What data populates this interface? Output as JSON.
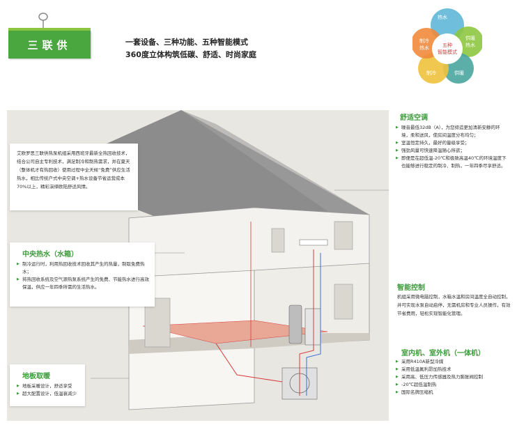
{
  "header": {
    "tag_label": "三联供",
    "slogan_line1": "一套设备、三种功能、五种智能模式",
    "slogan_line2": "360度立体构筑低碳、舒适、时尚家庭"
  },
  "wheel": {
    "center": "五种\n智能模式",
    "petals": [
      "热水",
      "供暖\n热水",
      "供暖",
      "制冷",
      "制冷\n热水"
    ]
  },
  "intro": {
    "text": "艾欧罗思三联供热泵机组采用西班牙最新全热回收技术，结合公司自主专利技术，满足制冷和制热需求，并在夏天（整体机才有热回收）使用过程中全天候“免费”供应生活热水，相比传统户式中央空调+热水设备节省运营成本70%以上，精彩演绎欧陆舒适风情。"
  },
  "hot_water": {
    "title": "中央热水（水箱）",
    "points": [
      "制冷运行时，利用热回收技术回收其产生的热量，制取免费热水；",
      "将热回收系统及空气源热泵系统产生的免费、节能热水进行高效保温，供应一年四季所需的生活热水。"
    ]
  },
  "floor_heating": {
    "title": "地板取暖",
    "points": [
      "地板采暖设计，舒适享受",
      "超大配置设计，低温衰减少"
    ]
  },
  "comfort_ac": {
    "title": "舒适空调",
    "points": [
      "噪音最低32dB（A），为您缔造更加清新安静的环境，柔和送风，使房间温度分布均匀；",
      "室温恒定持久，最好的量级享受；",
      "强劲风量可快速降温随心所欲；",
      "即便是在超低温-20℃和极致高温40℃的环境温度下也能够进行稳定的制冷、制热，一年四季尽享舒适。"
    ]
  },
  "smart_control": {
    "title": "智能控制",
    "text": "机组采用微电脑控制，水箱水温和房间温度全自动控制，并可实现水泵自动启停，无需机房和专业人员操作，有效节省费用，轻松实现智能化管理。"
  },
  "unit": {
    "title": "室内机、室外机（一体机）",
    "points": [
      "采用R410A新型冷媒",
      "采用低温氟利昂加热技术",
      "采用高、低压力传感器及热力膨胀阀控制",
      "-20℃超低温制热",
      "国际名牌压缩机"
    ]
  },
  "colors": {
    "green": "#3c9b3a",
    "tag_green": "#4aa63f",
    "petal_blue": "#5fb8d8",
    "petal_green": "#8dc63f",
    "petal_teal": "#4aa6a0",
    "petal_yellow": "#f0c23c",
    "petal_orange": "#f08a3c",
    "pipe_red": "#d93a3a"
  }
}
